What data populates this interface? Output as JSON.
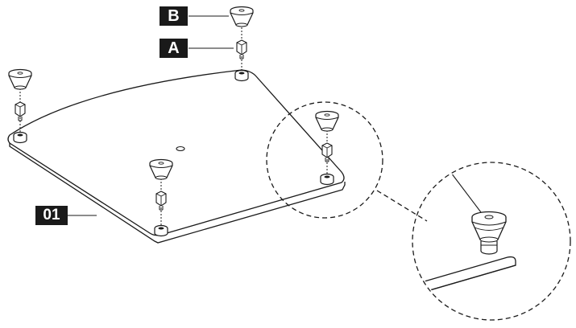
{
  "labels": {
    "part_b": "B",
    "part_a": "A",
    "part_01": "01"
  },
  "colors": {
    "line": "#1a1a1a",
    "tag_background": "#1a1a1a",
    "tag_text": "#ffffff",
    "background": "#ffffff"
  }
}
